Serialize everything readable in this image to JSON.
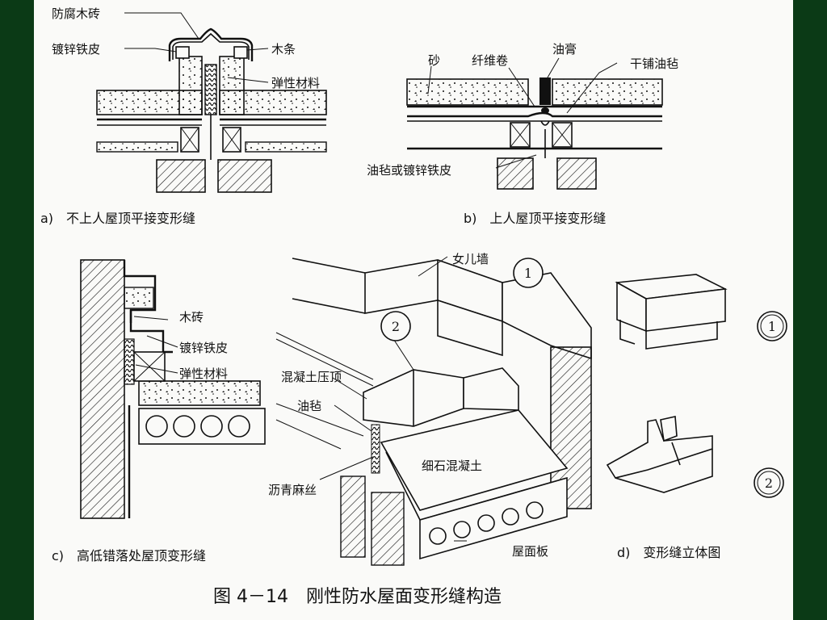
{
  "panel_a": {
    "labels": {
      "wood_brick": "防腐木砖",
      "galvanized": "镀锌铁皮",
      "wood_strip": "木条",
      "elastic": "弹性材料"
    },
    "caption": "a)　不上人屋顶平接变形缝"
  },
  "panel_b": {
    "labels": {
      "sand": "砂",
      "fiber": "纤维卷",
      "grease": "油膏",
      "dry_felt": "干铺油毡",
      "felt_or_galv": "油毡或镀锌铁皮"
    },
    "caption": "b)　上人屋顶平接变形缝"
  },
  "panel_c": {
    "labels": {
      "wood_brick": "木砖",
      "galvanized": "镀锌铁皮",
      "elastic": "弹性材料"
    },
    "caption": "c)　高低错落处屋顶变形缝"
  },
  "panel_d": {
    "labels": {
      "parapet": "女儿墙",
      "concrete_cap": "混凝土压顶",
      "felt": "油毡",
      "fine_concrete": "细石混凝土",
      "asphalt_hemp": "沥青麻丝",
      "roof_slab": "屋面板"
    },
    "markers": [
      "1",
      "2"
    ],
    "caption": "d)　变形缝立体图"
  },
  "figure_title": "图 4－14　刚性防水屋面变形缝构造",
  "colors": {
    "page_bg": "#0b3a16",
    "paper": "#fafaf8",
    "ink": "#111111"
  }
}
